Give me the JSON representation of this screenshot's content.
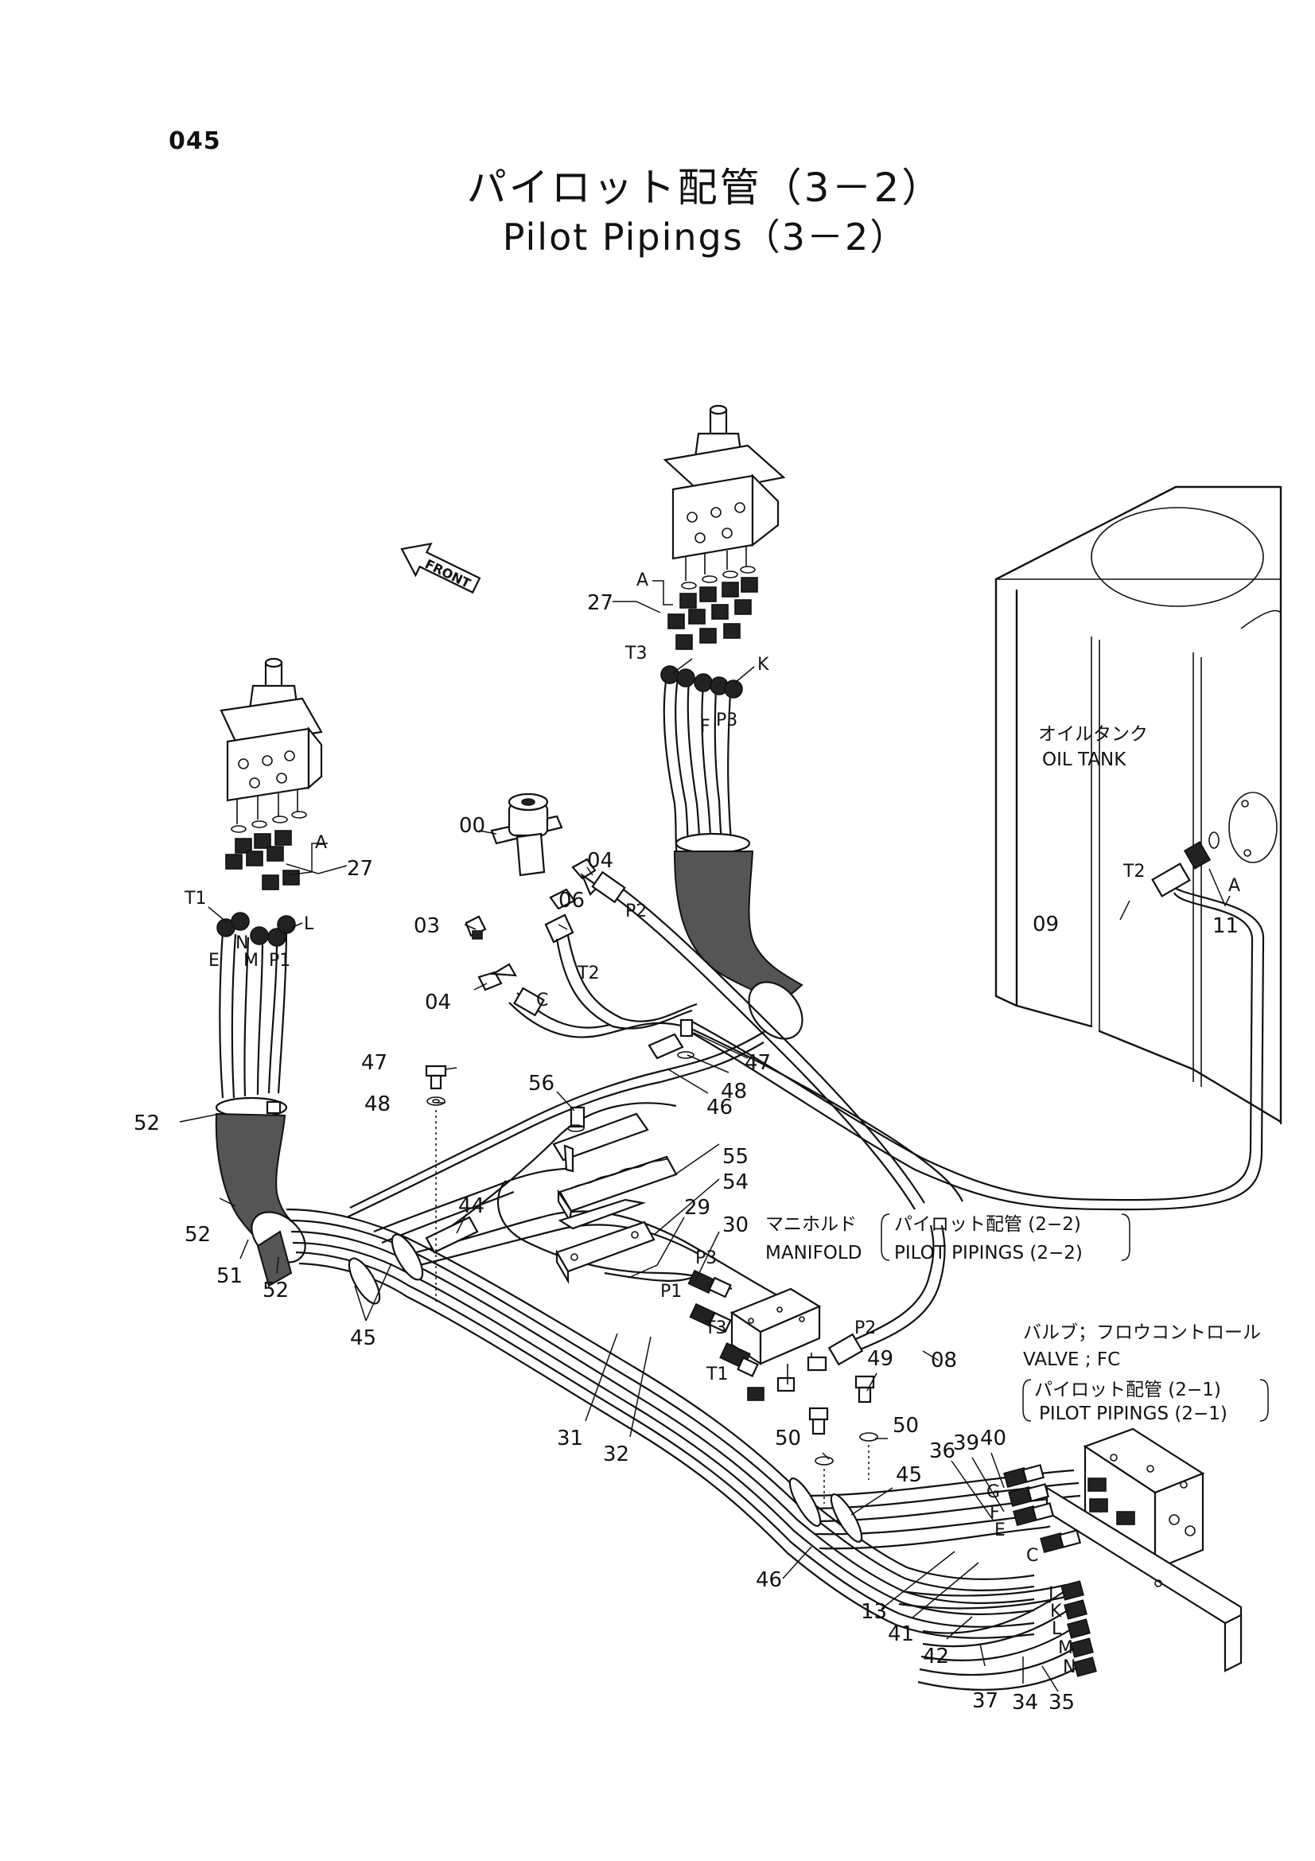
{
  "page_number": "045",
  "title_jp": "パイロット配管（3－2）",
  "title_en": "Pilot Pipings（3－2）",
  "front_label": "FRONT",
  "notes": {
    "oil_tank_jp": "オイルタンク",
    "oil_tank_en": "OIL TANK",
    "manifold_jp": "マニホルド",
    "manifold_en": "MANIFOLD",
    "pilot_22_jp": "パイロット配管 (2−2)",
    "pilot_22_en": "PILOT PIPINGS (2−2)",
    "valve_jp": "バルブ；フロウコントロール",
    "valve_en": "VALVE ; FC",
    "pilot_21_jp": "パイロット配管 (2−1)",
    "pilot_21_en": "PILOT PIPINGS (2−1)"
  },
  "callouts": [
    {
      "id": "c00",
      "text": "00"
    },
    {
      "id": "c03",
      "text": "03"
    },
    {
      "id": "c04a",
      "text": "04"
    },
    {
      "id": "c04b",
      "text": "04"
    },
    {
      "id": "c06",
      "text": "06"
    },
    {
      "id": "c08",
      "text": "08"
    },
    {
      "id": "c09",
      "text": "09"
    },
    {
      "id": "c11",
      "text": "11"
    },
    {
      "id": "c13",
      "text": "13"
    },
    {
      "id": "c27a",
      "text": "27"
    },
    {
      "id": "c27b",
      "text": "27"
    },
    {
      "id": "c29",
      "text": "29"
    },
    {
      "id": "c30",
      "text": "30"
    },
    {
      "id": "c31",
      "text": "31"
    },
    {
      "id": "c32",
      "text": "32"
    },
    {
      "id": "c34",
      "text": "34"
    },
    {
      "id": "c35",
      "text": "35"
    },
    {
      "id": "c36",
      "text": "36"
    },
    {
      "id": "c37",
      "text": "37"
    },
    {
      "id": "c39",
      "text": "39"
    },
    {
      "id": "c40",
      "text": "40"
    },
    {
      "id": "c41",
      "text": "41"
    },
    {
      "id": "c42",
      "text": "42"
    },
    {
      "id": "c44",
      "text": "44"
    },
    {
      "id": "c45a",
      "text": "45"
    },
    {
      "id": "c45b",
      "text": "45"
    },
    {
      "id": "c46a",
      "text": "46"
    },
    {
      "id": "c46b",
      "text": "46"
    },
    {
      "id": "c47a",
      "text": "47"
    },
    {
      "id": "c47b",
      "text": "47"
    },
    {
      "id": "c48a",
      "text": "48"
    },
    {
      "id": "c48b",
      "text": "48"
    },
    {
      "id": "c49",
      "text": "49"
    },
    {
      "id": "c50a",
      "text": "50"
    },
    {
      "id": "c50b",
      "text": "50"
    },
    {
      "id": "c51",
      "text": "51"
    },
    {
      "id": "c52a",
      "text": "52"
    },
    {
      "id": "c52b",
      "text": "52"
    },
    {
      "id": "c52c",
      "text": "52"
    },
    {
      "id": "c54",
      "text": "54"
    },
    {
      "id": "c55",
      "text": "55"
    },
    {
      "id": "c56",
      "text": "56"
    }
  ],
  "port_labels": [
    {
      "id": "pA1",
      "text": "A"
    },
    {
      "id": "pA2",
      "text": "A"
    },
    {
      "id": "pA3",
      "text": "A"
    },
    {
      "id": "pT3a",
      "text": "T3"
    },
    {
      "id": "pK",
      "text": "K"
    },
    {
      "id": "pF",
      "text": "F"
    },
    {
      "id": "pP3a",
      "text": "P3"
    },
    {
      "id": "pT1a",
      "text": "T1"
    },
    {
      "id": "pL",
      "text": "L"
    },
    {
      "id": "pE1",
      "text": "E"
    },
    {
      "id": "pN1",
      "text": "N"
    },
    {
      "id": "pM1",
      "text": "M"
    },
    {
      "id": "pP1a",
      "text": "P1"
    },
    {
      "id": "pP2a",
      "text": "P2"
    },
    {
      "id": "pT2a",
      "text": "T2"
    },
    {
      "id": "pC1",
      "text": "C"
    },
    {
      "id": "pT2b",
      "text": "T2"
    },
    {
      "id": "pP3b",
      "text": "P3"
    },
    {
      "id": "pP1b",
      "text": "P1"
    },
    {
      "id": "pT3b",
      "text": "T3"
    },
    {
      "id": "pT1b",
      "text": "T1"
    },
    {
      "id": "pP2b",
      "text": "P2"
    },
    {
      "id": "pG",
      "text": "G"
    },
    {
      "id": "pF2",
      "text": "F"
    },
    {
      "id": "pE2",
      "text": "E"
    },
    {
      "id": "pC2",
      "text": "C"
    },
    {
      "id": "pJ",
      "text": "J"
    },
    {
      "id": "pK2",
      "text": "K"
    },
    {
      "id": "pL2",
      "text": "L"
    },
    {
      "id": "pM2",
      "text": "M"
    },
    {
      "id": "pN2",
      "text": "N"
    }
  ]
}
